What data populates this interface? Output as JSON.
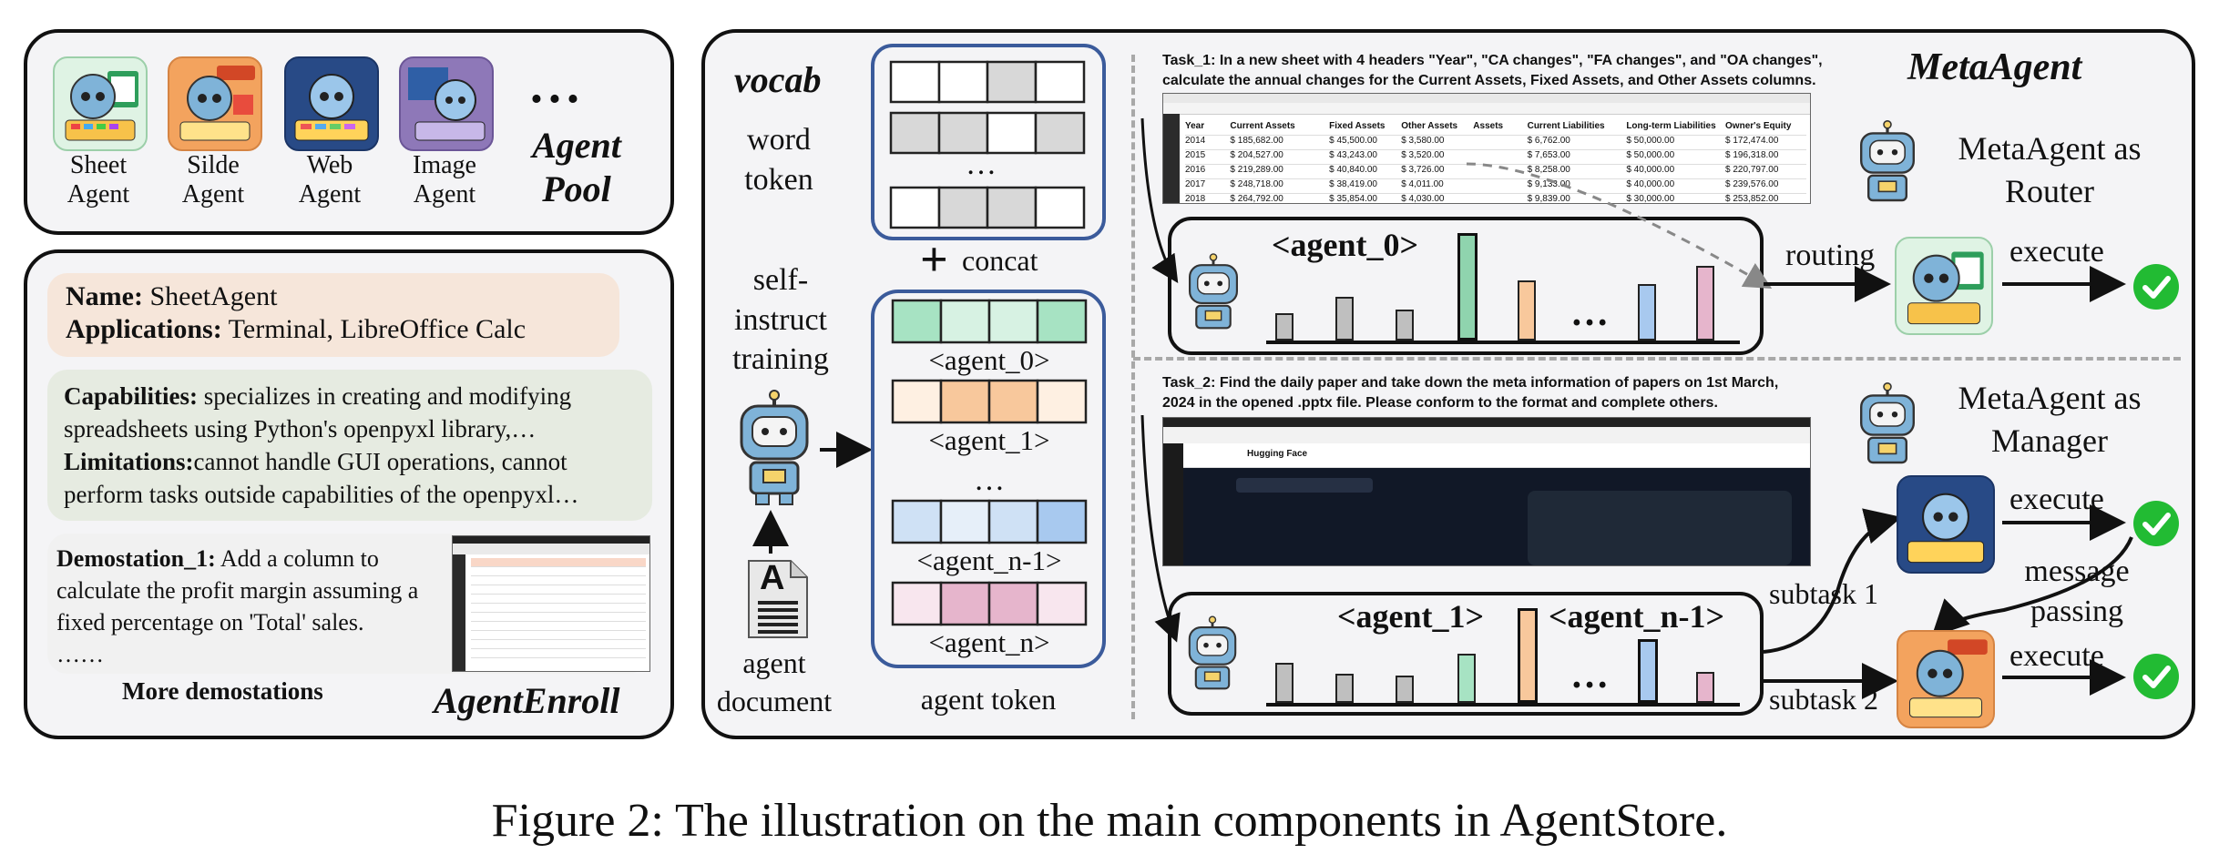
{
  "agent_pool": {
    "title_line1": "Agent",
    "title_line2": "Pool",
    "ellipsis": "...",
    "agents": [
      {
        "label_line1": "Sheet",
        "label_line2": "Agent",
        "icon": "sheet-agent-icon"
      },
      {
        "label_line1": "Silde",
        "label_line2": "Agent",
        "icon": "slide-agent-icon"
      },
      {
        "label_line1": "Web",
        "label_line2": "Agent",
        "icon": "web-agent-icon"
      },
      {
        "label_line1": "Image",
        "label_line2": "Agent",
        "icon": "image-agent-icon"
      }
    ]
  },
  "agent_enroll": {
    "title": "AgentEnroll",
    "name_key": "Name:",
    "name_val": " SheetAgent",
    "apps_key": "Applications:",
    "apps_val": " Terminal, LibreOffice Calc",
    "cap_key": "Capabilities:",
    "cap_val": " specializes in creating and modifying spreadsheets using Python's openpyxl library,…",
    "lim_key": "Limitations:",
    "lim_val": "cannot handle GUI operations, cannot perform tasks outside capabilities of the openpyxl…",
    "demo_key": "Demostation_1:",
    "demo_val": " Add a column to calculate the profit margin assuming a fixed percentage on 'Total' sales.",
    "demo_more_dots": "……",
    "more": "More demostations",
    "colors": {
      "name_bg": "#f6e6da",
      "cap_bg": "#e6ebe1",
      "demo_bg": "#f1f1f1"
    }
  },
  "vocab": {
    "title": "vocab",
    "word_line1": "word",
    "word_line2": "token",
    "dots": "…",
    "concat": "concat",
    "plus": "+",
    "self_line1": "self-",
    "self_line2": "instruct",
    "self_line3": "training",
    "doc_line1": "agent",
    "doc_line2": "document",
    "doc_letter": "A",
    "agent_token": "agent token",
    "tokens": [
      {
        "label": "<agent_0>",
        "color": "#a7e3c3",
        "dark": "#8fd4ae"
      },
      {
        "label": "<agent_1>",
        "color": "#fde3cb",
        "dark": "#f8c89c"
      },
      {
        "label": "<agent_n-1>",
        "color": "#cfe1f5",
        "dark": "#a8c9ef"
      },
      {
        "label": "<agent_n>",
        "color": "#f3d6e3",
        "dark": "#e6b5cc"
      }
    ]
  },
  "meta_agent": {
    "title": "MetaAgent",
    "router_line1": "MetaAgent as",
    "router_line2": "Router",
    "manager_line1": "MetaAgent as",
    "manager_line2": "Manager",
    "task1_line1": "Task_1: In a new sheet with 4 headers \"Year\", \"CA changes\", \"FA changes\", and \"OA changes\",",
    "task1_line2": "calculate the annual changes for the Current Assets, Fixed Assets, and Other Assets columns.",
    "task2_line1": "Task_2: Find the daily paper and take down the meta information of papers on 1st March,",
    "task2_line2": "2024 in the opened .pptx file. Please conform to the format and complete others.",
    "agent0": "<agent_0>",
    "agent1": "<agent_1>",
    "agentn1": "<agent_n-1>",
    "routing": "routing",
    "execute": "execute",
    "subtask1": "subtask 1",
    "subtask2": "subtask 2",
    "message_line1": "message",
    "message_line2": "passing",
    "bar_dots": "…",
    "sheet_headers": [
      "Year",
      "Current Assets",
      "Fixed Assets",
      "Other Assets",
      "Assets",
      "Current Liabilities",
      "Long-term Liabilities",
      "Owner's Equity"
    ],
    "sheet_rows": [
      [
        "2014",
        "$ 185,682.00",
        "$ 45,500.00",
        "$ 3,580.00",
        "",
        "$ 6,762.00",
        "$ 50,000.00",
        "$ 172,474.00"
      ],
      [
        "2015",
        "$ 204,527.00",
        "$ 43,243.00",
        "$ 3,520.00",
        "",
        "$ 7,653.00",
        "$ 50,000.00",
        "$ 196,318.00"
      ],
      [
        "2016",
        "$ 219,289.00",
        "$ 40,840.00",
        "$ 3,726.00",
        "",
        "$ 8,258.00",
        "$ 40,000.00",
        "$ 220,797.00"
      ],
      [
        "2017",
        "$ 248,718.00",
        "$ 38,419.00",
        "$ 4,011.00",
        "",
        "$ 9,133.00",
        "$ 40,000.00",
        "$ 239,576.00"
      ],
      [
        "2018",
        "$ 264,792.00",
        "$ 35,854.00",
        "$ 4,030.00",
        "",
        "$ 9,839.00",
        "$ 30,000.00",
        "$ 253,852.00"
      ]
    ],
    "browser_brand": "Hugging Face",
    "check_color": "#22bb33"
  },
  "caption": "Figure 2: The illustration on the main components in AgentStore."
}
